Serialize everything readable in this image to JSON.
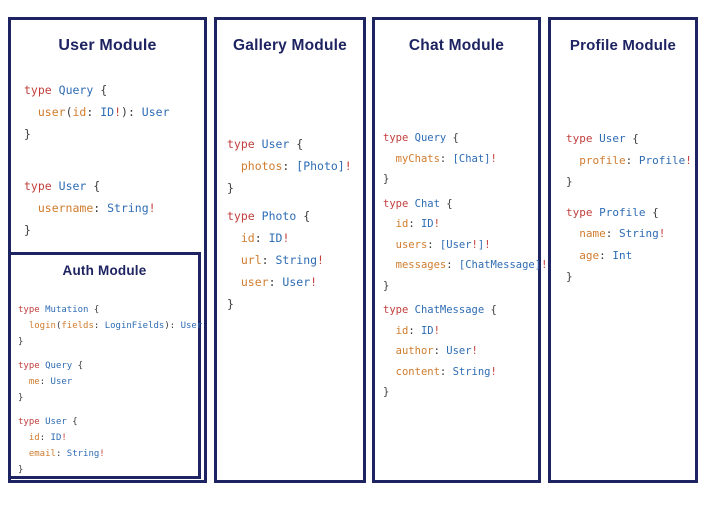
{
  "colors": {
    "navy": "#1e2361",
    "keyword": "#c2403e",
    "type": "#2e6cb4",
    "field": "#d07c2e",
    "punct": "#3b3b3b",
    "background": "#ffffff"
  },
  "modules": {
    "user": {
      "title": "User Module",
      "code": [
        [
          [
            [
              "type",
              "k"
            ],
            [
              " ",
              "p"
            ],
            [
              "Query",
              "t"
            ],
            [
              " {",
              "p"
            ]
          ],
          [
            [
              "  ",
              "p"
            ],
            [
              "user",
              "f"
            ],
            [
              "(",
              "p"
            ],
            [
              "id",
              "f"
            ],
            [
              ": ",
              "p"
            ],
            [
              "ID",
              "t"
            ],
            [
              "!",
              "k"
            ],
            [
              "): ",
              "p"
            ],
            [
              "User",
              "t"
            ]
          ],
          [
            [
              "}",
              "p"
            ]
          ]
        ],
        [
          [
            [
              "type",
              "k"
            ],
            [
              " ",
              "p"
            ],
            [
              "User",
              "t"
            ],
            [
              " {",
              "p"
            ]
          ],
          [
            [
              "  ",
              "p"
            ],
            [
              "username",
              "f"
            ],
            [
              ": ",
              "p"
            ],
            [
              "String",
              "t"
            ],
            [
              "!",
              "k"
            ]
          ],
          [
            [
              "}",
              "p"
            ]
          ]
        ]
      ]
    },
    "auth": {
      "title": "Auth Module",
      "code": [
        [
          [
            [
              "type",
              "k"
            ],
            [
              " ",
              "p"
            ],
            [
              "Mutation",
              "t"
            ],
            [
              " {",
              "p"
            ]
          ],
          [
            [
              "  ",
              "p"
            ],
            [
              "login",
              "f"
            ],
            [
              "(",
              "p"
            ],
            [
              "fields",
              "f"
            ],
            [
              ": ",
              "p"
            ],
            [
              "LoginFields",
              "t"
            ],
            [
              "): ",
              "p"
            ],
            [
              "User",
              "t"
            ]
          ],
          [
            [
              "}",
              "p"
            ]
          ]
        ],
        [
          [
            [
              "type",
              "k"
            ],
            [
              " ",
              "p"
            ],
            [
              "Query",
              "t"
            ],
            [
              " {",
              "p"
            ]
          ],
          [
            [
              "  ",
              "p"
            ],
            [
              "me",
              "f"
            ],
            [
              ": ",
              "p"
            ],
            [
              "User",
              "t"
            ]
          ],
          [
            [
              "}",
              "p"
            ]
          ]
        ],
        [
          [
            [
              "type",
              "k"
            ],
            [
              " ",
              "p"
            ],
            [
              "User",
              "t"
            ],
            [
              " {",
              "p"
            ]
          ],
          [
            [
              "  ",
              "p"
            ],
            [
              "id",
              "f"
            ],
            [
              ": ",
              "p"
            ],
            [
              "ID",
              "t"
            ],
            [
              "!",
              "k"
            ]
          ],
          [
            [
              "  ",
              "p"
            ],
            [
              "email",
              "f"
            ],
            [
              ": ",
              "p"
            ],
            [
              "String",
              "t"
            ],
            [
              "!",
              "k"
            ]
          ],
          [
            [
              "}",
              "p"
            ]
          ]
        ]
      ]
    },
    "gallery": {
      "title": "Gallery Module",
      "code": [
        [
          [
            [
              "type",
              "k"
            ],
            [
              " ",
              "p"
            ],
            [
              "User",
              "t"
            ],
            [
              " {",
              "p"
            ]
          ],
          [
            [
              "  ",
              "p"
            ],
            [
              "photos",
              "f"
            ],
            [
              ": ",
              "p"
            ],
            [
              "[Photo]",
              "t"
            ],
            [
              "!",
              "k"
            ]
          ],
          [
            [
              "}",
              "p"
            ]
          ]
        ],
        [
          [
            [
              "type",
              "k"
            ],
            [
              " ",
              "p"
            ],
            [
              "Photo",
              "t"
            ],
            [
              " {",
              "p"
            ]
          ],
          [
            [
              "  ",
              "p"
            ],
            [
              "id",
              "f"
            ],
            [
              ": ",
              "p"
            ],
            [
              "ID",
              "t"
            ],
            [
              "!",
              "k"
            ]
          ],
          [
            [
              "  ",
              "p"
            ],
            [
              "url",
              "f"
            ],
            [
              ": ",
              "p"
            ],
            [
              "String",
              "t"
            ],
            [
              "!",
              "k"
            ]
          ],
          [
            [
              "  ",
              "p"
            ],
            [
              "user",
              "f"
            ],
            [
              ": ",
              "p"
            ],
            [
              "User",
              "t"
            ],
            [
              "!",
              "k"
            ]
          ],
          [
            [
              "}",
              "p"
            ]
          ]
        ]
      ]
    },
    "chat": {
      "title": "Chat Module",
      "code": [
        [
          [
            [
              "type",
              "k"
            ],
            [
              " ",
              "p"
            ],
            [
              "Query",
              "t"
            ],
            [
              " {",
              "p"
            ]
          ],
          [
            [
              "  ",
              "p"
            ],
            [
              "myChats",
              "f"
            ],
            [
              ": ",
              "p"
            ],
            [
              "[Chat]",
              "t"
            ],
            [
              "!",
              "k"
            ]
          ],
          [
            [
              "}",
              "p"
            ]
          ]
        ],
        [
          [
            [
              "type",
              "k"
            ],
            [
              " ",
              "p"
            ],
            [
              "Chat",
              "t"
            ],
            [
              " {",
              "p"
            ]
          ],
          [
            [
              "  ",
              "p"
            ],
            [
              "id",
              "f"
            ],
            [
              ": ",
              "p"
            ],
            [
              "ID",
              "t"
            ],
            [
              "!",
              "k"
            ]
          ],
          [
            [
              "  ",
              "p"
            ],
            [
              "users",
              "f"
            ],
            [
              ": ",
              "p"
            ],
            [
              "[User",
              "t"
            ],
            [
              "!",
              "k"
            ],
            [
              "]",
              "t"
            ],
            [
              "!",
              "k"
            ]
          ],
          [
            [
              "  ",
              "p"
            ],
            [
              "messages",
              "f"
            ],
            [
              ": ",
              "p"
            ],
            [
              "[ChatMessage]",
              "t"
            ],
            [
              "!",
              "k"
            ]
          ],
          [
            [
              "}",
              "p"
            ]
          ]
        ],
        [
          [
            [
              "type",
              "k"
            ],
            [
              " ",
              "p"
            ],
            [
              "ChatMessage",
              "t"
            ],
            [
              " {",
              "p"
            ]
          ],
          [
            [
              "  ",
              "p"
            ],
            [
              "id",
              "f"
            ],
            [
              ": ",
              "p"
            ],
            [
              "ID",
              "t"
            ],
            [
              "!",
              "k"
            ]
          ],
          [
            [
              "  ",
              "p"
            ],
            [
              "author",
              "f"
            ],
            [
              ": ",
              "p"
            ],
            [
              "User",
              "t"
            ],
            [
              "!",
              "k"
            ]
          ],
          [
            [
              "  ",
              "p"
            ],
            [
              "content",
              "f"
            ],
            [
              ": ",
              "p"
            ],
            [
              "String",
              "t"
            ],
            [
              "!",
              "k"
            ]
          ],
          [
            [
              "}",
              "p"
            ]
          ]
        ]
      ]
    },
    "profile": {
      "title": "Profile Module",
      "code": [
        [
          [
            [
              "type",
              "k"
            ],
            [
              " ",
              "p"
            ],
            [
              "User",
              "t"
            ],
            [
              " {",
              "p"
            ]
          ],
          [
            [
              "  ",
              "p"
            ],
            [
              "profile",
              "f"
            ],
            [
              ": ",
              "p"
            ],
            [
              "Profile",
              "t"
            ],
            [
              "!",
              "k"
            ]
          ],
          [
            [
              "}",
              "p"
            ]
          ]
        ],
        [
          [
            [
              "type",
              "k"
            ],
            [
              " ",
              "p"
            ],
            [
              "Profile",
              "t"
            ],
            [
              " {",
              "p"
            ]
          ],
          [
            [
              "  ",
              "p"
            ],
            [
              "name",
              "f"
            ],
            [
              ": ",
              "p"
            ],
            [
              "String",
              "t"
            ],
            [
              "!",
              "k"
            ]
          ],
          [
            [
              "  ",
              "p"
            ],
            [
              "age",
              "f"
            ],
            [
              ": ",
              "p"
            ],
            [
              "Int",
              "t"
            ]
          ],
          [
            [
              "}",
              "p"
            ]
          ]
        ]
      ]
    }
  }
}
